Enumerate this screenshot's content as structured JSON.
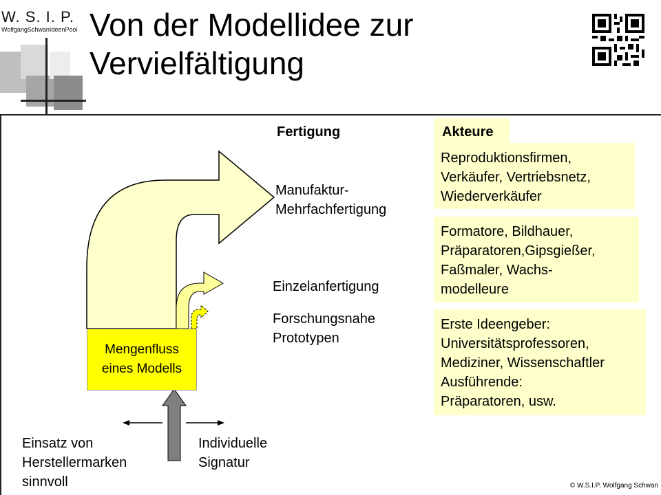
{
  "header": {
    "logo_text": "W. S. I. P.",
    "logo_subtext": "WolfgangSchwanIdeenPool",
    "title_line1": "Von der Modellidee zur",
    "title_line2": "Vervielfältigung"
  },
  "columns": {
    "fertigung": "Fertigung",
    "akteure": "Akteure"
  },
  "levels": [
    {
      "label_line1": "Manufaktur-",
      "label_line2": "Mehrfachfertigung"
    },
    {
      "label_line1": "Einzelanfertigung"
    },
    {
      "label_line1": "Forschungsnahe",
      "label_line2": "Prototypen"
    }
  ],
  "actor_boxes": [
    {
      "lines": [
        "Reproduktionsfirmen,",
        "Verkäufer, Vertriebsnetz,",
        "Wiederverkäufer"
      ]
    },
    {
      "lines": [
        "Formatore, Bildhauer,",
        "Präparatoren,Gipsgießer,",
        "Faßmaler, Wachs-",
        "modelleure"
      ]
    },
    {
      "lines": [
        "Erste Ideengeber:",
        "Universitätsprofessoren,",
        "Mediziner, Wissenschaftler",
        "Ausführende:",
        "Präparatoren, usw."
      ]
    }
  ],
  "source_box": {
    "line1": "Mengenfluss",
    "line2": "eines Modells"
  },
  "bottom": {
    "left_line1": "Einsatz von",
    "left_line2": "Herstellermarken",
    "left_line3": "sinnvoll",
    "right_line1": "Individuelle",
    "right_line2": "Signatur"
  },
  "copyright": "© W.S.I.P.  Wolfgang Schwan",
  "colors": {
    "arrow_fill": "#ffffcc",
    "source_fill": "#ffff00",
    "small_arrow": "#ffff00",
    "actor_box": "#ffffcc"
  }
}
